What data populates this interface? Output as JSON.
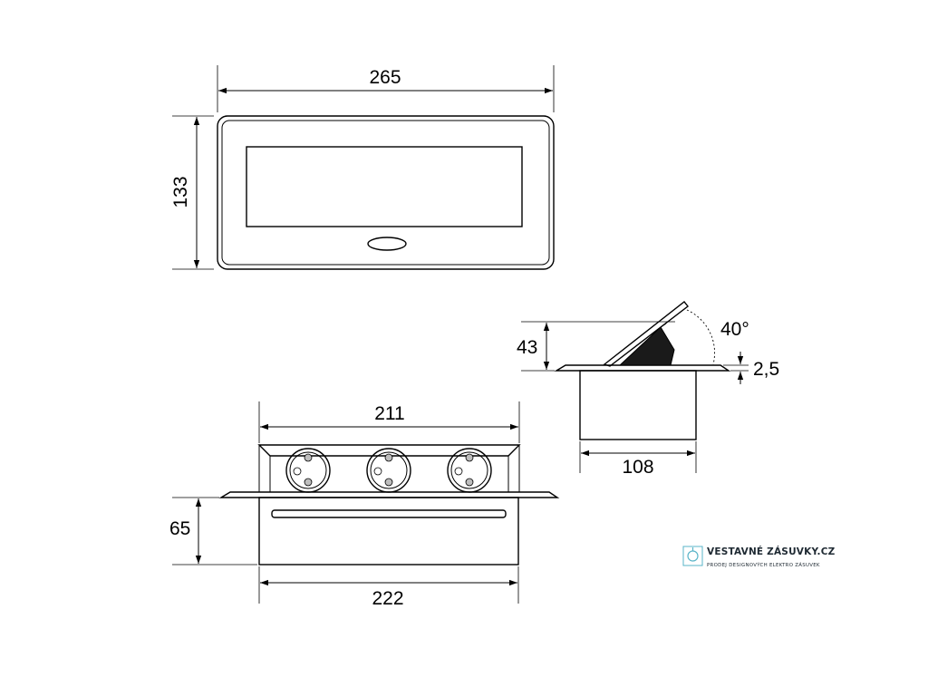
{
  "dimensions": {
    "top_width": "265",
    "top_height": "133",
    "front_top_width": "211",
    "front_bottom_width": "222",
    "front_height": "65",
    "side_height": "43",
    "side_angle": "40°",
    "side_flange": "2,5",
    "side_width": "108"
  },
  "logo": {
    "title": "VESTAVNÉ ZÁSUVKY.CZ",
    "subtitle": "PRODEJ DESIGNOVÝCH ELEKTRO ZÁSUVEK",
    "accent_color": "#5ab4c8"
  },
  "colors": {
    "line": "#000000",
    "socket_fill": "#f2f2f2",
    "pin_fill": "#bdbdbd"
  }
}
